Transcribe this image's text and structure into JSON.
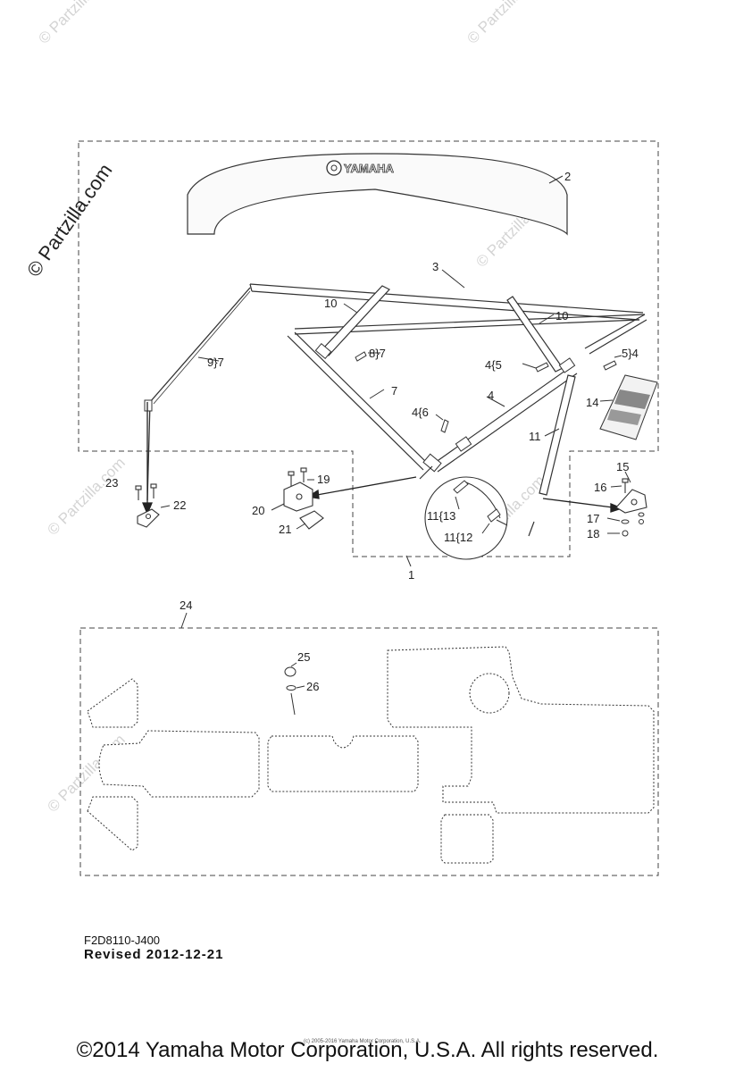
{
  "watermark": "© Partzilla.com",
  "logo_text": "YAMAHA",
  "callouts": {
    "c1": "1",
    "c2": "2",
    "c3": "3",
    "c4": "4",
    "c10a": "10",
    "c10b": "10",
    "c7": "7",
    "c9_7": "9}7",
    "c8_7": "8}7",
    "c4_5": "4{5",
    "c5_4": "5}4",
    "c4_6": "4{6",
    "c11": "11",
    "c14": "14",
    "c15": "15",
    "c16": "16",
    "c17": "17",
    "c18": "18",
    "c19": "19",
    "c20": "20",
    "c21": "21",
    "c22": "22",
    "c23": "23",
    "c11_13": "11{13",
    "c11_12": "11{12",
    "c24": "24",
    "c25": "25",
    "c26": "26"
  },
  "diagram_code": "F2D8110-J400",
  "revised": "Revised 2012-12-21",
  "small_note": "(c) 2005-2016 Yamaha Motor Corporation, U.S.A.",
  "copyright": "©2014 Yamaha Motor Corporation, U.S.A. All rights reserved."
}
